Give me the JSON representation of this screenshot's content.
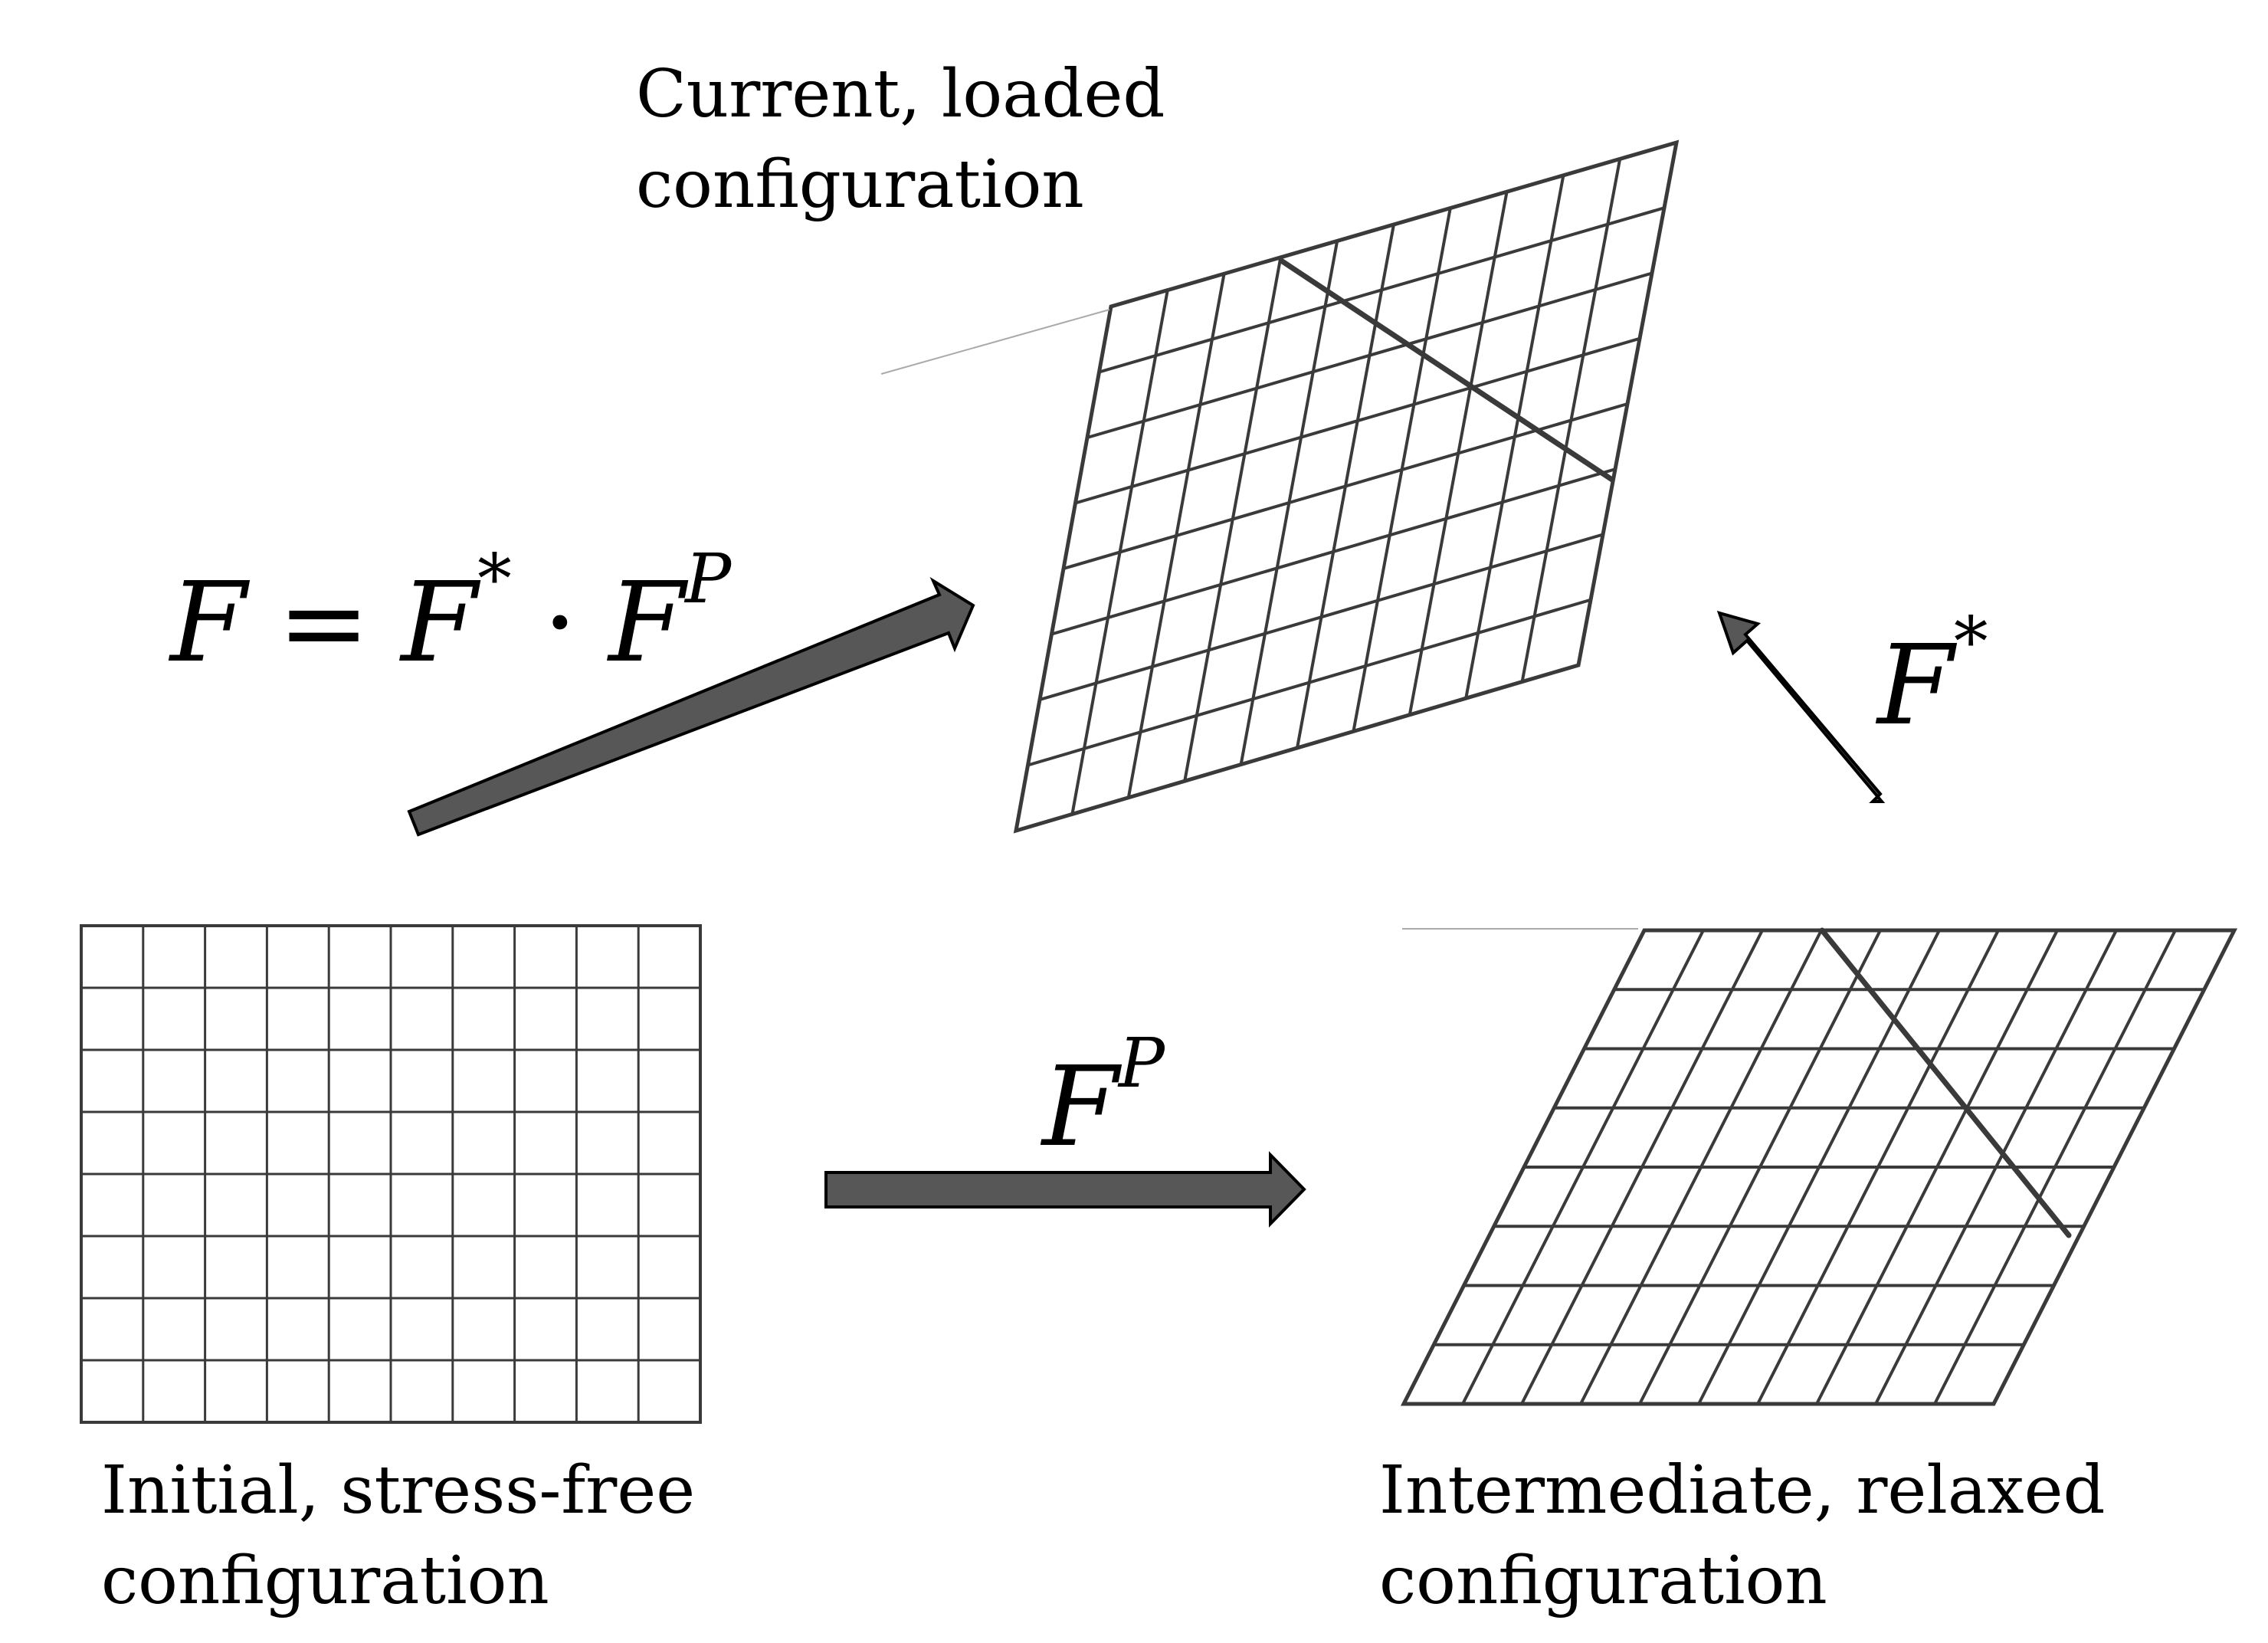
{
  "labels": {
    "current_line1": "Current, loaded",
    "current_line2": "configuration",
    "initial_line1": "Initial, stress-free",
    "initial_line2": "configuration",
    "intermediate_line1": "Intermediate, relaxed",
    "intermediate_line2": "configuration"
  },
  "equations": {
    "total": {
      "lhs": "F",
      "eq": "=",
      "f1": "F",
      "f1_sup": "*",
      "dot": "·",
      "f2": "F",
      "f2_sup": "P"
    },
    "plastic": {
      "base": "F",
      "sup": "P"
    },
    "elastic": {
      "base": "F",
      "sup": "*"
    }
  },
  "colors": {
    "arrow_fill": "#575757",
    "arrow_stroke": "#000000",
    "grid_line": "#3a3a3a"
  },
  "grids": {
    "initial": {
      "columns": 10,
      "rows": 8
    },
    "intermediate": {
      "columns": 10,
      "rows": 8
    },
    "current": {
      "columns": 10,
      "rows": 8
    }
  }
}
